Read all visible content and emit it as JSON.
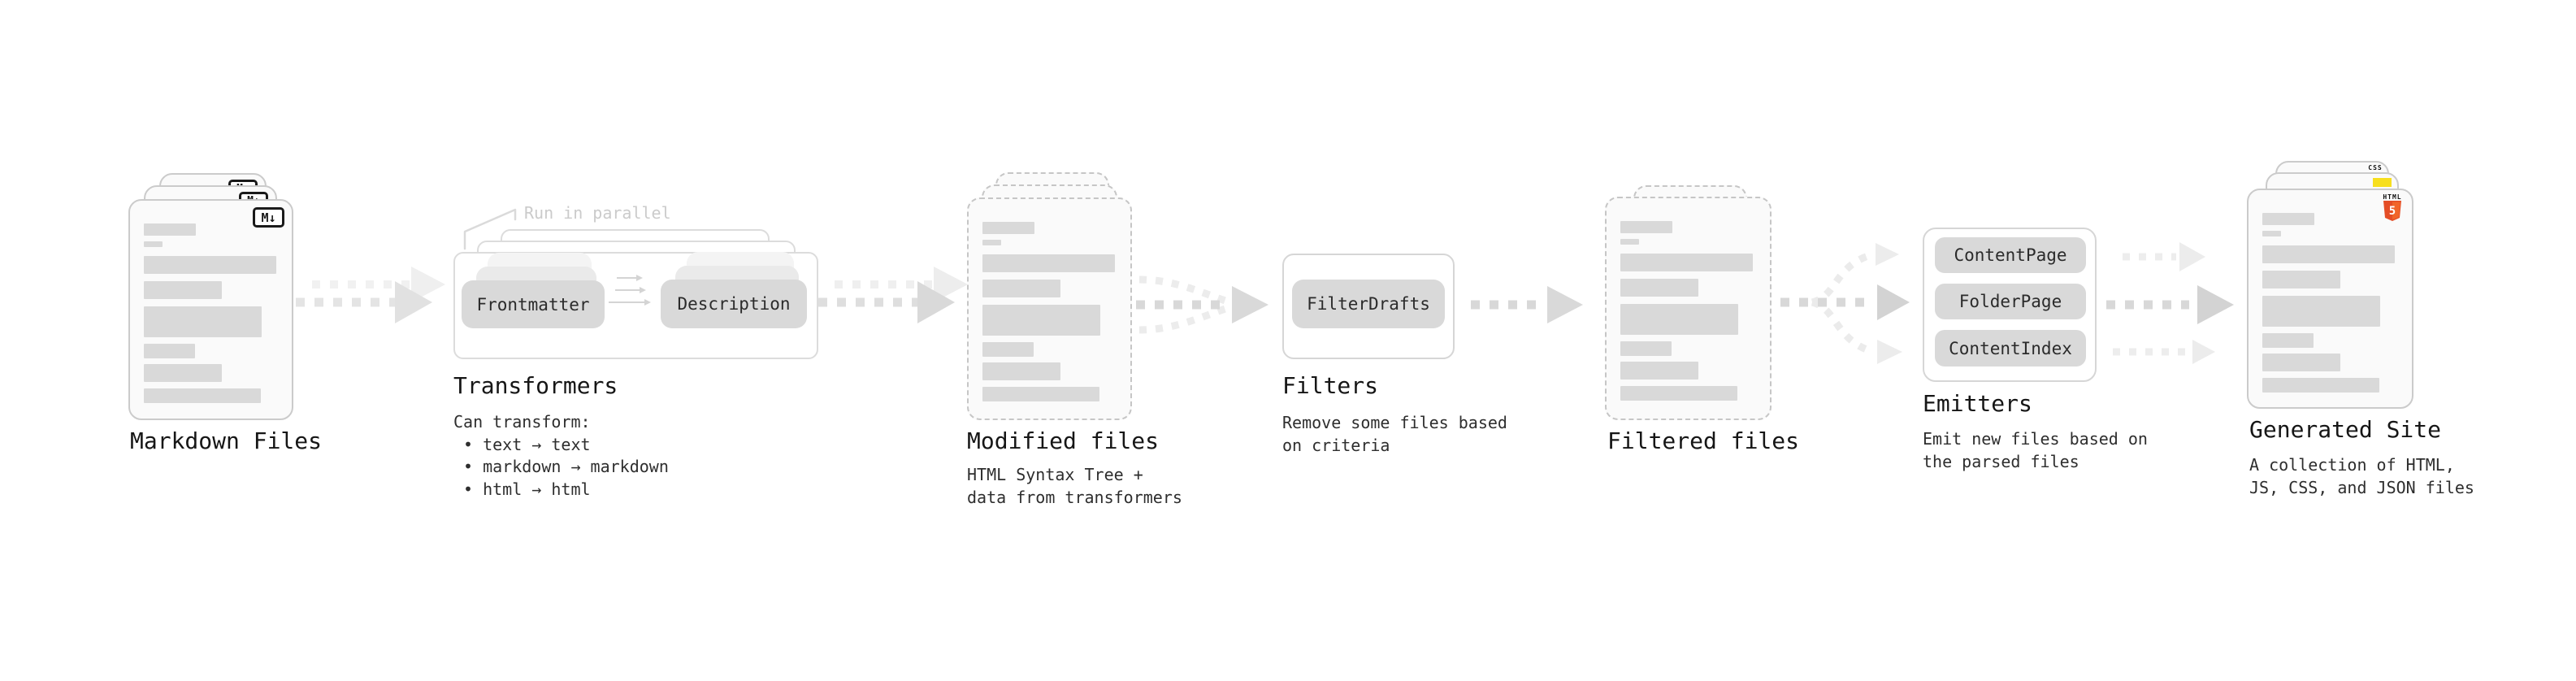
{
  "title": "Static site generation pipeline diagram",
  "colors": {
    "background": "#ffffff",
    "card_fill": "#fafafa",
    "card_border": "#cbcbcb",
    "dashed_card_border": "#c6c6c6",
    "skeleton_bar": "#d9d9d9",
    "chip_fill": "#d9d9d9",
    "panel_border": "#dcdcdc",
    "arrow_main": "#dcdcdc",
    "arrow_dark_head": "#d3d3d3",
    "arrow_light": "#ececec",
    "heading_text": "#161616",
    "body_text": "#2e2e2e",
    "faint_text": "#cbcbcb",
    "markdown_icon_black": "#1a1a1a",
    "html5_orange": "#e44d26",
    "html5_orange_light": "#f16529",
    "js_yellow": "#f7df1e",
    "css_blue": "#2965f1"
  },
  "stages": {
    "markdown_files": {
      "label": "Markdown Files",
      "icon_text": "M↓"
    },
    "transformers": {
      "heading": "Transformers",
      "note": "Run in parallel",
      "nodes": [
        "Frontmatter",
        "Description"
      ],
      "intro": "Can transform:",
      "bullets": [
        "• text → text",
        "• markdown → markdown",
        "• html → html"
      ]
    },
    "modified_files": {
      "label": "Modified files",
      "description": [
        "HTML Syntax Tree +",
        "data from transformers"
      ]
    },
    "filters": {
      "heading": "Filters",
      "nodes": [
        "FilterDrafts"
      ],
      "description": [
        "Remove some files based",
        "on criteria"
      ]
    },
    "filtered_files": {
      "label": "Filtered files"
    },
    "emitters": {
      "heading": "Emitters",
      "nodes": [
        "ContentPage",
        "FolderPage",
        "ContentIndex"
      ],
      "description": [
        "Emit new files based on",
        "the parsed files"
      ]
    },
    "generated_site": {
      "label": "Generated Site",
      "description": [
        "A collection of HTML,",
        "JS, CSS, and JSON files"
      ],
      "badges": {
        "html5_label": "HTML",
        "html5_number": "5",
        "css_label": "CSS"
      }
    }
  }
}
